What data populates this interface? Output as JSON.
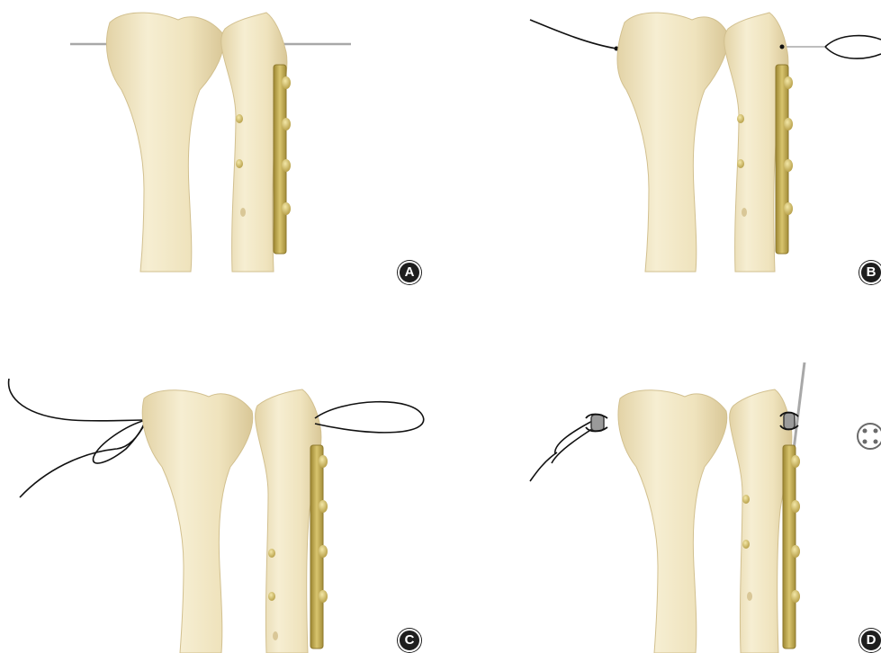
{
  "panels": [
    {
      "id": "A",
      "label": "A"
    },
    {
      "id": "B",
      "label": "B"
    },
    {
      "id": "C",
      "label": "C"
    },
    {
      "id": "D",
      "label": "D"
    }
  ],
  "colors": {
    "bone_fill": "#f1e6c4",
    "bone_shade": "#dccb9c",
    "plate_fill": "#c9b25c",
    "plate_edge": "#8f7a2e",
    "suture": "#111111",
    "wire": "#a8a8a8",
    "badge": "#1e1e1e"
  }
}
